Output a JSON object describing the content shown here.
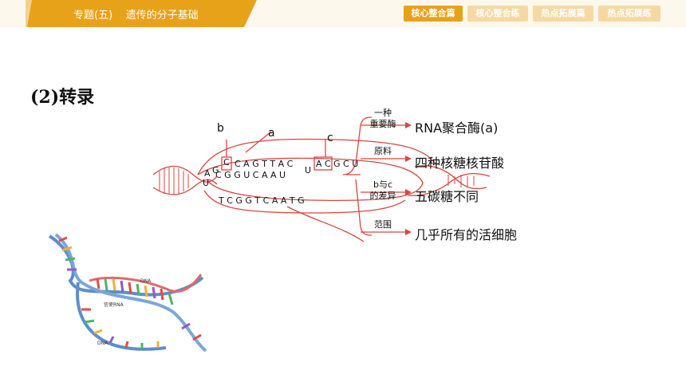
{
  "header": {
    "title": "专题(五)    遗传的分子基础",
    "nav": [
      {
        "label": "核心整合篇",
        "active": true
      },
      {
        "label": "核心整合练",
        "active": false
      },
      {
        "label": "热点拓展篇",
        "active": false
      },
      {
        "label": "热点拓展练",
        "active": false
      }
    ]
  },
  "section": {
    "title": "(2)转录"
  },
  "diagram": {
    "label_b": "b",
    "label_a": "a",
    "label_c": "c",
    "rna_left": [
      "A",
      "G",
      "U",
      "C"
    ],
    "rna_mid": "C G G U C A A U",
    "template_top": "C  A  G  T  T  A  C",
    "template_left": "C",
    "rna_right": "U",
    "box_c": "A C",
    "tail_c": "G C U",
    "bottom_strand": "T C G G T C A A T G",
    "branches": [
      {
        "category": "一种\n重要酶",
        "value": "RNA聚合酶(a)"
      },
      {
        "category": "原料",
        "value": "四种核糖核苷酸"
      },
      {
        "category": "b与c\n的差异",
        "value": "五碳糖不同"
      },
      {
        "category": "范围",
        "value": "几乎所有的活细胞"
      }
    ]
  },
  "figure": {
    "labels": [
      "DNA",
      "信使RNA",
      "DNA"
    ]
  },
  "colors": {
    "accent": "#e8a21a",
    "diagram": "#d9463f"
  }
}
